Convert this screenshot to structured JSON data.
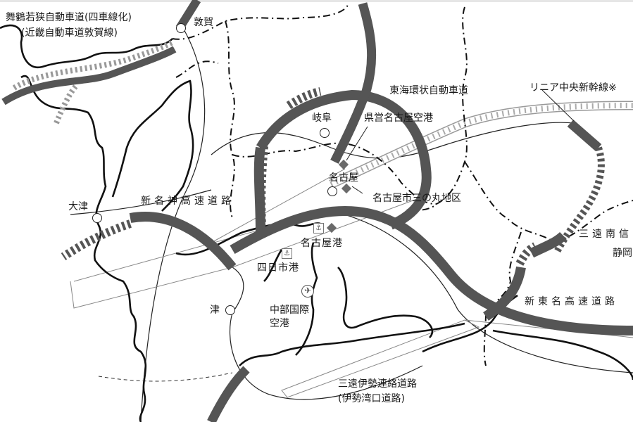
{
  "map": {
    "colors": {
      "expressway": "#555555",
      "expressway_planned": "#666666",
      "coastline": "#111111",
      "prefecture_border": "#111111",
      "rail_line": "#222222",
      "linear_line": "#999999",
      "background": "#ffffff"
    },
    "labels": {
      "maizuru_wakasa": "舞鶴若狭自動車道(四車線化)",
      "kinki_tsuruga": "(近畿自動車道敦賀線)",
      "tsuruga": "敦賀",
      "tokai_kanjo": "東海環状自動車道",
      "linear_chuo": "リニア中央新幹線※",
      "gifu": "岐阜",
      "prefectural_nagoya_airport": "県営名古屋空港",
      "nagoya": "名古屋",
      "sannomaru": "名古屋市三の丸地区",
      "shin_meishin": "新名神高速道路",
      "otsu": "大津",
      "nagoya_port": "名古屋港",
      "yokkaichi_port": "四日市港",
      "tsu": "津",
      "centrair_line1": "中部国際",
      "centrair_line2": "空港",
      "sanen_nanshin": "三遠南信",
      "shizuoka": "静岡",
      "shin_tomei": "新東名高速道路",
      "sanen_ise_line1": "三遠伊勢連絡道路",
      "sanen_ise_line2": "(伊勢湾口道路)"
    },
    "icons": {
      "city": "city-circle",
      "facility": "diamond",
      "port": "anchor",
      "airport": "airplane",
      "port_glyph": "⚓",
      "airport_glyph": "✈"
    }
  }
}
